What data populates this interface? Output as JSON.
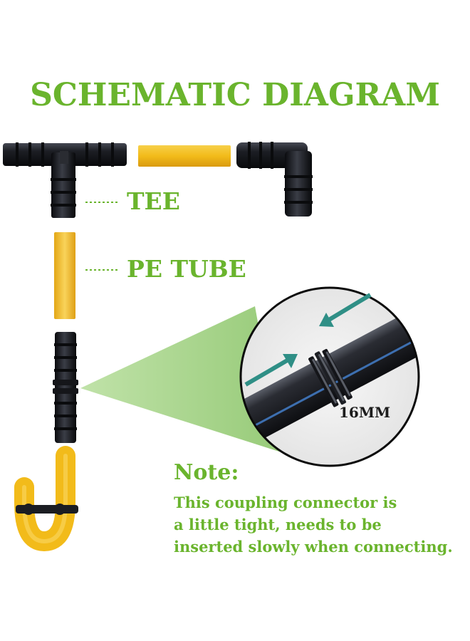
{
  "title": "SCHEMATIC DIAGRAM",
  "labels": {
    "tee": "TEE",
    "pe_tube": "PE TUBE",
    "size": "16MM"
  },
  "note": {
    "heading": "Note:",
    "lines": [
      "This coupling connector is",
      "a little tight, needs to be",
      "inserted slowly when connecting."
    ]
  },
  "colors": {
    "accent_green": "#6ab42d",
    "tube_yellow": "#f4c21b",
    "fitting_black": "#1b1d22",
    "callout_green": "#9dd07a",
    "arrow_teal": "#2f8f86",
    "stripe_blue": "#3d6fb0"
  }
}
